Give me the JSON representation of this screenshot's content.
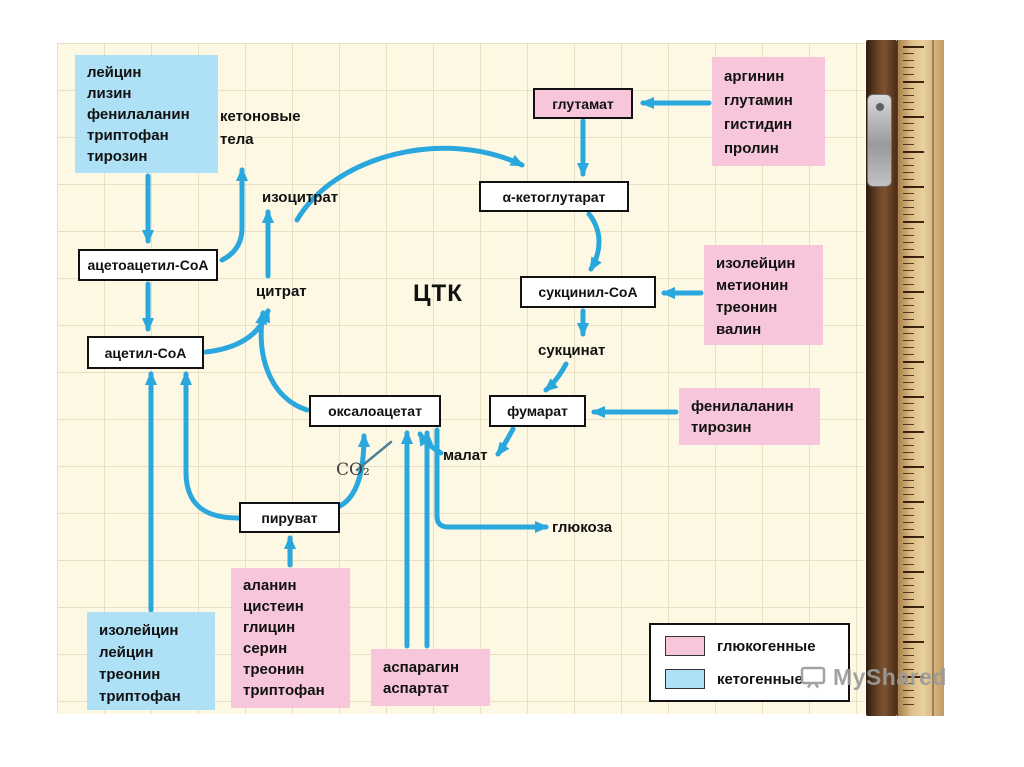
{
  "diagram": {
    "cycle_label": "ЦТК",
    "nodes": {
      "ketone_bodies": "кетоновые тела",
      "isocitrate": "изоцитрат",
      "acetoacetyl_coa": "ацетоацетил-CoA",
      "citrate": "цитрат",
      "acetyl_coa": "ацетил-CoA",
      "glutamate": "глутамат",
      "alpha_ketoglutarate": "α-кетоглутарат",
      "succinyl_coa": "сукцинил-CoA",
      "succinate": "сукцинат",
      "fumarate": "фумарат",
      "malate": "малат",
      "oxaloacetate": "оксалоацетат",
      "co2": "CO₂",
      "pyruvate": "пируват",
      "glucose": "глюкоза"
    },
    "amino_groups": {
      "ketogenic_top": [
        "лейцин",
        "лизин",
        "фенилаланин",
        "триптофан",
        "тирозин"
      ],
      "glucogenic_arginine": [
        "аргинин",
        "глутамин",
        "гистидин",
        "пролин"
      ],
      "glucogenic_isoleucine": [
        "изолейцин",
        "метионин",
        "треонин",
        "валин"
      ],
      "glucogenic_phenylalanine": [
        "фенилаланин",
        "тирозин"
      ],
      "glucogenic_alanine": [
        "аланин",
        "цистеин",
        "глицин",
        "серин",
        "треонин",
        "триптофан"
      ],
      "glucogenic_asparagine": [
        "аспарагин",
        "аспартат"
      ],
      "ketogenic_bottom": [
        "изолейцин",
        "лейцин",
        "треонин",
        "триптофан"
      ]
    },
    "legend": {
      "glucogenic_label": "глюкогенные",
      "ketogenic_label": "кетогенные"
    }
  },
  "colors": {
    "glucogenic": "#f7c6da",
    "ketogenic": "#aee0f6",
    "arrow": "#2aa7dd"
  },
  "watermark": {
    "text": "MyShared"
  }
}
